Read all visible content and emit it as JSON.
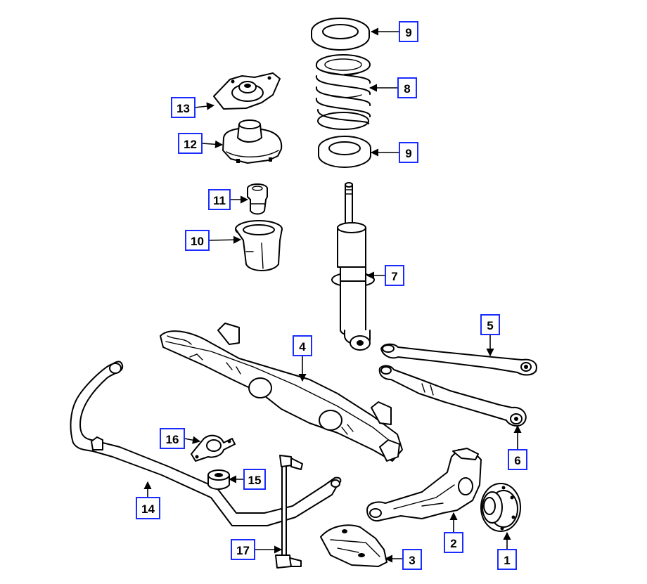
{
  "colors": {
    "callout_border": "#1a2cff",
    "line": "#000000",
    "background": "#ffffff"
  },
  "callouts": {
    "c1": "1",
    "c2": "2",
    "c3": "3",
    "c4": "4",
    "c5": "5",
    "c6": "6",
    "c7": "7",
    "c8": "8",
    "c9_top": "9",
    "c9_bottom": "9",
    "c10": "10",
    "c11": "11",
    "c12": "12",
    "c13": "13",
    "c14": "14",
    "c15": "15",
    "c16": "16",
    "c17": "17"
  }
}
